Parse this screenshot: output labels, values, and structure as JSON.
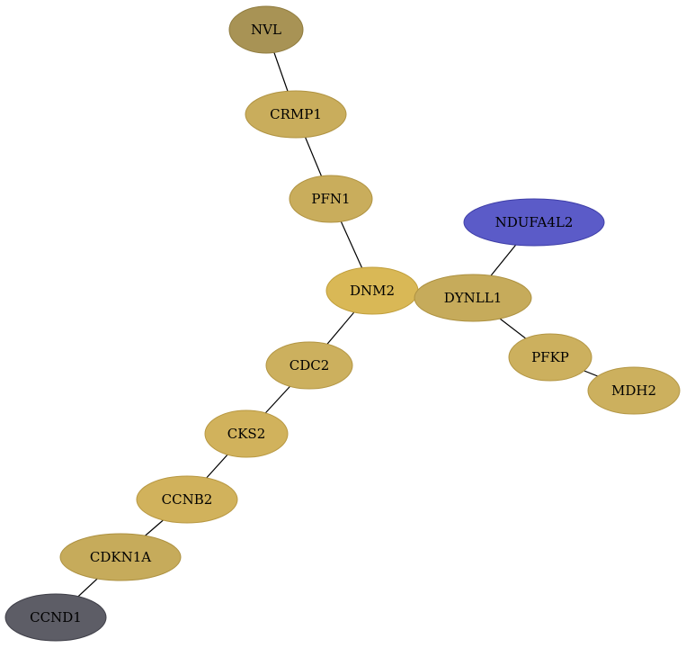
{
  "graph": {
    "nodes": [
      {
        "id": "NVL",
        "label": "NVL",
        "color": "#a89355",
        "stroke": "#8f7b3e"
      },
      {
        "id": "CRMP1",
        "label": "CRMP1",
        "color": "#c9ad5c",
        "stroke": "#b09342"
      },
      {
        "id": "PFN1",
        "label": "PFN1",
        "color": "#c9ad5c",
        "stroke": "#b09342"
      },
      {
        "id": "DNM2",
        "label": "DNM2",
        "color": "#d9b856",
        "stroke": "#c09e3a"
      },
      {
        "id": "DYNLL1",
        "label": "DYNLL1",
        "color": "#c6ab5b",
        "stroke": "#ad9141"
      },
      {
        "id": "NDUFA4L2",
        "label": "NDUFA4L2",
        "color": "#5b5bc8",
        "stroke": "#3f3fa8"
      },
      {
        "id": "PFKP",
        "label": "PFKP",
        "color": "#ccb05e",
        "stroke": "#b39644"
      },
      {
        "id": "MDH2",
        "label": "MDH2",
        "color": "#ccb05e",
        "stroke": "#b39644"
      },
      {
        "id": "CDC2",
        "label": "CDC2",
        "color": "#ccb05e",
        "stroke": "#b39644"
      },
      {
        "id": "CKS2",
        "label": "CKS2",
        "color": "#d1b25c",
        "stroke": "#b89842"
      },
      {
        "id": "CCNB2",
        "label": "CCNB2",
        "color": "#d1b25c",
        "stroke": "#b89842"
      },
      {
        "id": "CDKN1A",
        "label": "CDKN1A",
        "color": "#c6ab5b",
        "stroke": "#ad9141"
      },
      {
        "id": "CCND1",
        "label": "CCND1",
        "color": "#5d5d66",
        "stroke": "#3f3f48"
      }
    ],
    "edges": [
      [
        "NVL",
        "CRMP1"
      ],
      [
        "CRMP1",
        "PFN1"
      ],
      [
        "PFN1",
        "DNM2"
      ],
      [
        "DNM2",
        "DYNLL1"
      ],
      [
        "DYNLL1",
        "NDUFA4L2"
      ],
      [
        "DYNLL1",
        "PFKP"
      ],
      [
        "PFKP",
        "MDH2"
      ],
      [
        "DNM2",
        "CDC2"
      ],
      [
        "CDC2",
        "CKS2"
      ],
      [
        "CKS2",
        "CCNB2"
      ],
      [
        "CCNB2",
        "CDKN1A"
      ],
      [
        "CDKN1A",
        "CCND1"
      ]
    ]
  }
}
